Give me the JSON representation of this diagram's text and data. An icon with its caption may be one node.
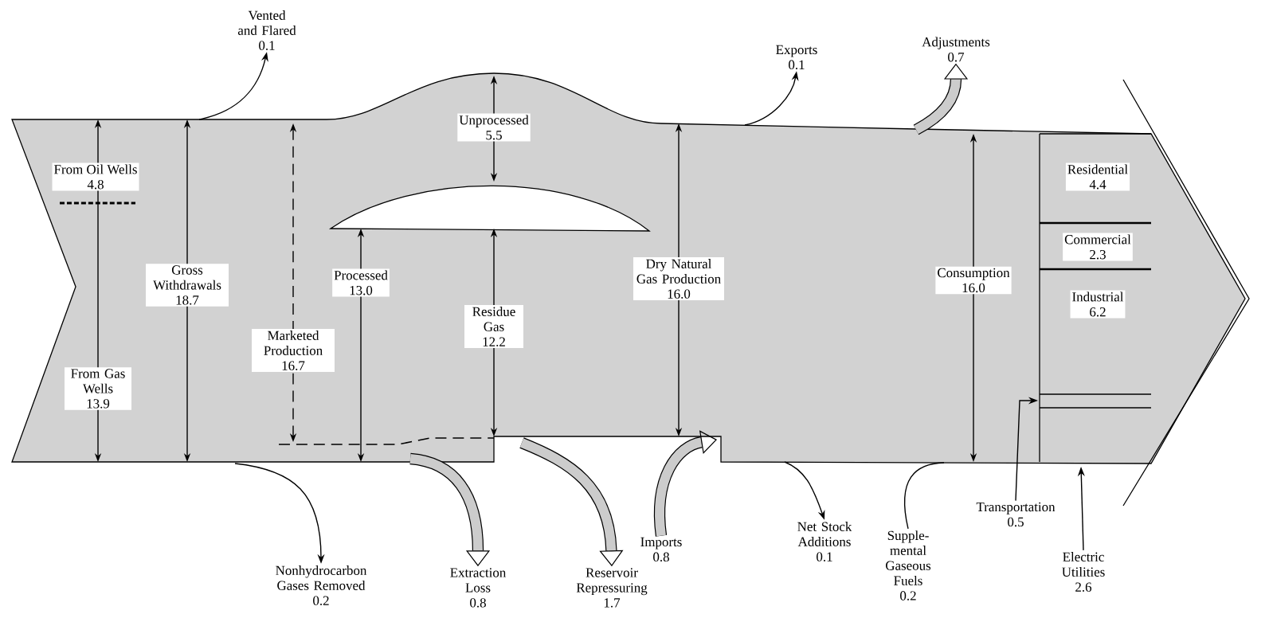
{
  "diagram": {
    "nodes": [
      {
        "text": [
          "Vented and Flared",
          "0.1"
        ]
      },
      {
        "text": [
          "Unprocessed",
          "5.5"
        ]
      },
      {
        "text": [
          "Exports",
          "0.1"
        ]
      },
      {
        "text": [
          "Adjustments",
          "0.7"
        ]
      },
      {
        "text": [
          "From Oil Wells",
          "4.8"
        ]
      },
      {
        "text": [
          "Gross Withdrawals",
          "18.7"
        ]
      },
      {
        "text": [
          "Marketed Production",
          "16.7"
        ]
      },
      {
        "text": [
          "Processed",
          "13.0"
        ]
      },
      {
        "text": [
          "Residue Gas",
          "12.2"
        ]
      },
      {
        "text": [
          "Dry Natural Gas Production",
          "16.0"
        ]
      },
      {
        "text": [
          "Consumption",
          "16.0"
        ]
      },
      {
        "text": [
          "Residential",
          "4.4"
        ]
      },
      {
        "text": [
          "Commercial",
          "2.3"
        ]
      },
      {
        "text": [
          "Industrial",
          "6.2"
        ]
      },
      {
        "text": [
          "From Gas Wells",
          "13.9"
        ]
      },
      {
        "text": [
          "Nonhydrocarbon Gases Removed",
          "0.2"
        ]
      },
      {
        "text": [
          "Extraction Loss",
          "0.8"
        ]
      },
      {
        "text": [
          "Reservoir Repressuring",
          "1.7"
        ]
      },
      {
        "text": [
          "Imports",
          "0.8"
        ]
      },
      {
        "text": [
          "Net Stock Additions",
          "0.1"
        ]
      },
      {
        "text": [
          "Supple-mental Gaseous Fuels",
          "0.2"
        ]
      },
      {
        "text": [
          "Transportation",
          "0.5"
        ]
      },
      {
        "text": [
          "Electric Utilities",
          "2.6"
        ]
      }
    ],
    "edges": [
      {
        "from": null,
        "to": 0,
        "arrow": "to"
      },
      {
        "from": null,
        "to": 2,
        "arrow": "to"
      },
      {
        "from": null,
        "to": 3,
        "arrow": "to",
        "style": "thick"
      },
      {
        "from": null,
        "to": 15,
        "arrow": "to"
      },
      {
        "from": null,
        "to": 16,
        "arrow": "to",
        "style": "thick"
      },
      {
        "from": null,
        "to": 17,
        "arrow": "to",
        "style": "thick"
      },
      {
        "from": 18,
        "to": null,
        "arrow": "to",
        "style": "thick"
      },
      {
        "from": null,
        "to": 19,
        "arrow": "to"
      },
      {
        "from": 20,
        "to": null,
        "arrow": "none"
      },
      {
        "from": 21,
        "to": null,
        "arrow": "to"
      },
      {
        "from": 22,
        "to": null,
        "arrow": "to"
      }
    ]
  }
}
